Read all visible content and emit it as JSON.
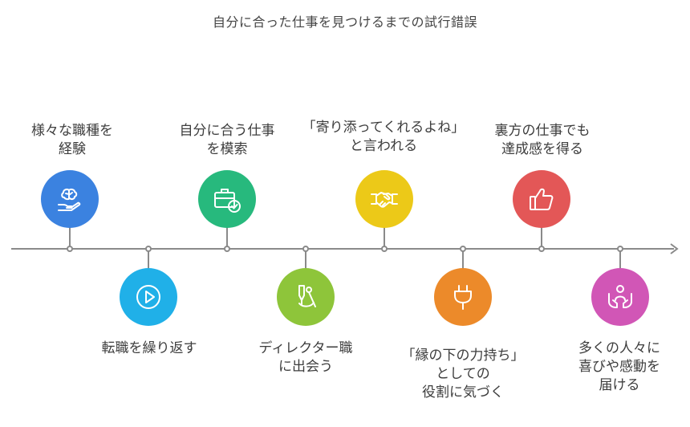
{
  "title": "自分に合った仕事を見つけるまでの試行錯誤",
  "milestones": [
    {
      "lines": [
        "様々な職種を",
        "経験"
      ],
      "icon": "brain-hand-icon",
      "color": "#3b82e0"
    },
    {
      "lines": [
        "転職を繰り返す"
      ],
      "icon": "play-icon",
      "color": "#20b0e8"
    },
    {
      "lines": [
        "自分に合う仕事",
        "を模索"
      ],
      "icon": "briefcase-check-icon",
      "color": "#27b97d"
    },
    {
      "lines": [
        "ディレクター職",
        "に出会う"
      ],
      "icon": "compass-pen-icon",
      "color": "#8ec53a"
    },
    {
      "lines": [
        "「寄り添ってくれるよね」",
        "と言われる"
      ],
      "icon": "handshake-icon",
      "color": "#ecc918"
    },
    {
      "lines": [
        "「縁の下の力持ち」",
        "としての",
        "役割に気づく"
      ],
      "icon": "plug-icon",
      "color": "#ec8a2a"
    },
    {
      "lines": [
        "裏方の仕事でも",
        "達成感を得る"
      ],
      "icon": "thumbs-up-icon",
      "color": "#e35757"
    },
    {
      "lines": [
        "多くの人々に",
        "喜びや感動を",
        "届ける"
      ],
      "icon": "person-hands-icon",
      "color": "#d156b6"
    }
  ]
}
